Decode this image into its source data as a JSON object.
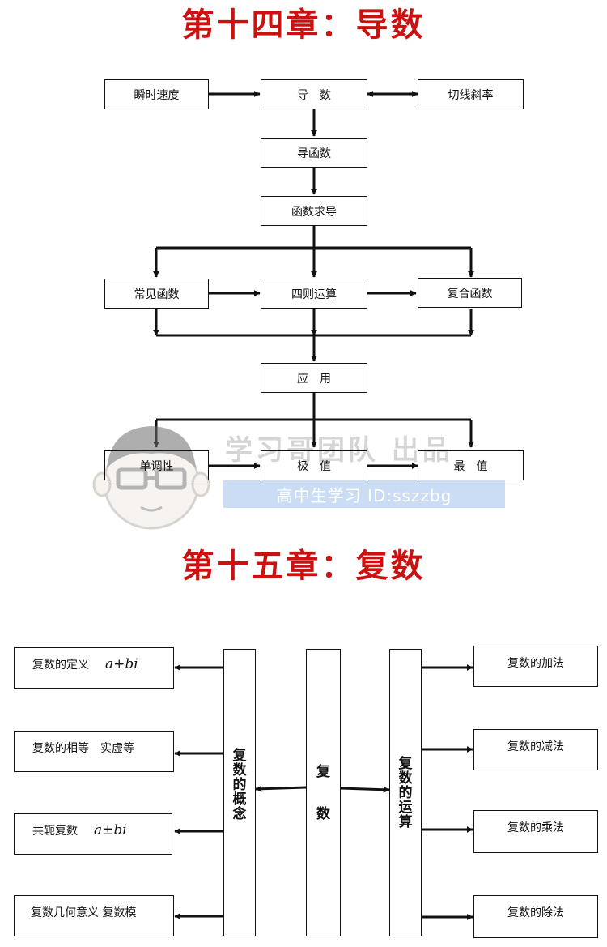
{
  "chapter14": {
    "title": "第十四章：导数",
    "nodes": {
      "instant_speed": "瞬时速度",
      "derivative": "导　数",
      "tangent_slope": "切线斜率",
      "derived_function": "导函数",
      "function_derivation": "函数求导",
      "common_functions": "常见函数",
      "four_operations": "四则运算",
      "composite_functions": "复合函数",
      "application": "应　用",
      "monotonicity": "单调性",
      "extremum": "极　值",
      "max_min": "最　值"
    }
  },
  "chapter15": {
    "title": "第十五章：复数",
    "center": [
      "复",
      "数"
    ],
    "concept_column": [
      "复",
      "数",
      "的",
      "概",
      "念"
    ],
    "operation_column": [
      "复",
      "数",
      "的",
      "运",
      "算"
    ],
    "left_boxes": [
      {
        "label": "复数的定义",
        "formula": "a+bi"
      },
      {
        "label": "复数的相等　实虚等",
        "formula": ""
      },
      {
        "label": "共轭复数",
        "formula": "a±bi"
      },
      {
        "label": "复数几何意义  复数模",
        "formula": ""
      }
    ],
    "right_boxes": [
      "复数的加法",
      "复数的减法",
      "复数的乘法",
      "复数的除法"
    ]
  },
  "watermark": {
    "text": "学习哥团队 出品",
    "band": "高中生学习 ID:sszzbg"
  }
}
